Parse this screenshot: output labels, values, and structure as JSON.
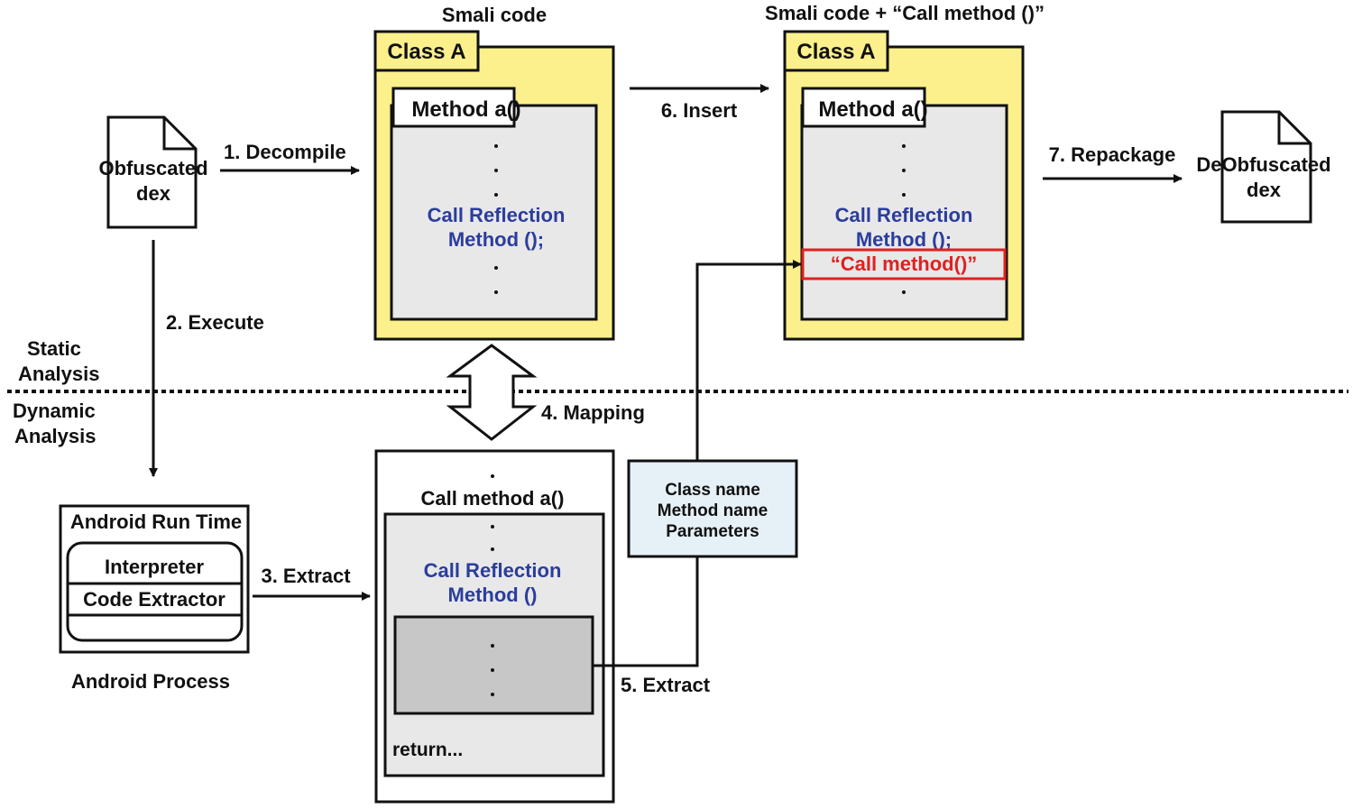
{
  "colors": {
    "class_fill": "#fbf08c",
    "method_fill": "#e8e8e8",
    "extract_fill": "#c7c7c7",
    "param_fill": "#e6f0f7",
    "reflection_text": "#2b3d9c",
    "highlight": "#e02020"
  },
  "files": {
    "obfuscated": {
      "line1": "Obfuscated",
      "line2": "dex"
    },
    "deobfuscated": {
      "line1": "DeObfuscated",
      "line2": "dex"
    }
  },
  "smali": {
    "title": "Smali code",
    "class_label": "Class A",
    "method_label": "Method a()",
    "reflection_line1": "Call Reflection",
    "reflection_line2": "Method ();"
  },
  "smali_modified": {
    "title": "Smali code + “Call method ()”",
    "class_label": "Class A",
    "method_label": "Method a()",
    "reflection_line1": "Call Reflection",
    "reflection_line2": "Method ();",
    "inserted": "“Call method()”"
  },
  "dynamic_method": {
    "header": "Call method a()",
    "reflection_line1": "Call Reflection",
    "reflection_line2": "Method ()",
    "return_text": "return..."
  },
  "android": {
    "runtime_label": "Android Run Time",
    "interpreter": "Interpreter",
    "code_extractor": "Code Extractor",
    "process_label": "Android Process"
  },
  "params_box": {
    "line1": "Class name",
    "line2": "Method name",
    "line3": "Parameters"
  },
  "sections": {
    "static_line1": "Static",
    "static_line2": "Analysis",
    "dynamic_line1": "Dynamic",
    "dynamic_line2": "Analysis"
  },
  "steps": {
    "decompile": "1. Decompile",
    "execute": "2. Execute",
    "extract_runtime": "3. Extract",
    "mapping": "4. Mapping",
    "extract_params": "5. Extract",
    "insert": "6. Insert",
    "repackage": "7. Repackage"
  }
}
